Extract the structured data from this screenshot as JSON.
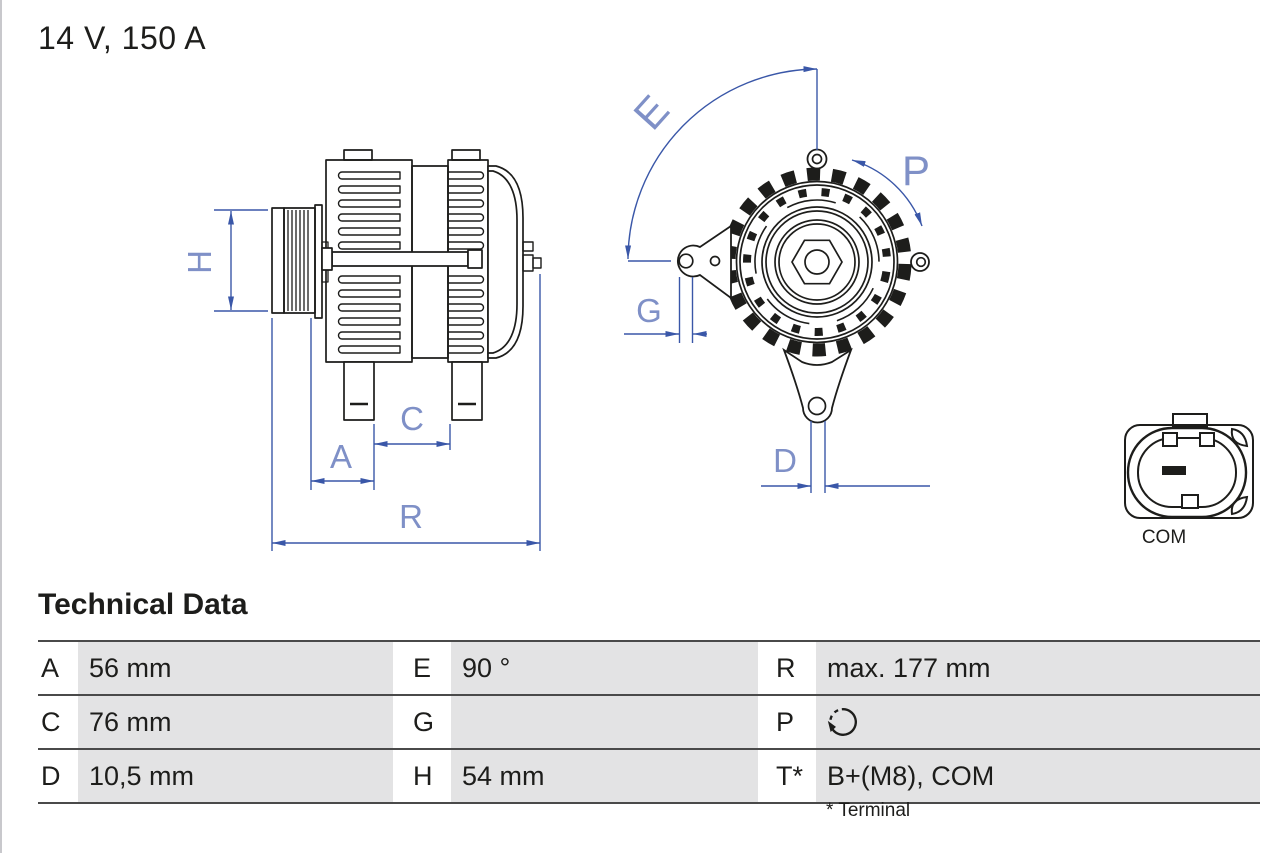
{
  "page": {
    "title": "14 V, 150 A"
  },
  "diagram": {
    "dimension_labels": {
      "H": "H",
      "A": "A",
      "C": "C",
      "R": "R",
      "E": "E",
      "G": "G",
      "P": "P",
      "D": "D"
    },
    "connector": {
      "label": "COM"
    },
    "colors": {
      "drawing": "#1d1d1b",
      "dimension_line": "#3a57a8",
      "dimension_label": "#7f90c7",
      "table_cell": "#e3e3e4"
    }
  },
  "technical_data": {
    "heading": "Technical Data",
    "rows": [
      {
        "c1": {
          "label": "A",
          "value": "56 mm"
        },
        "c2": {
          "label": "E",
          "value": "90 °"
        },
        "c3": {
          "label": "R",
          "value": "max. 177 mm"
        }
      },
      {
        "c1": {
          "label": "C",
          "value": "76 mm"
        },
        "c2": {
          "label": "G",
          "value": ""
        },
        "c3": {
          "label": "P",
          "value": "",
          "icon": "rotation-direction-clockwise"
        }
      },
      {
        "c1": {
          "label": "D",
          "value": "10,5 mm"
        },
        "c2": {
          "label": "H",
          "value": "54 mm"
        },
        "c3": {
          "label": "T*",
          "value": "B+(M8), COM"
        }
      }
    ],
    "footnote": "* Terminal"
  }
}
